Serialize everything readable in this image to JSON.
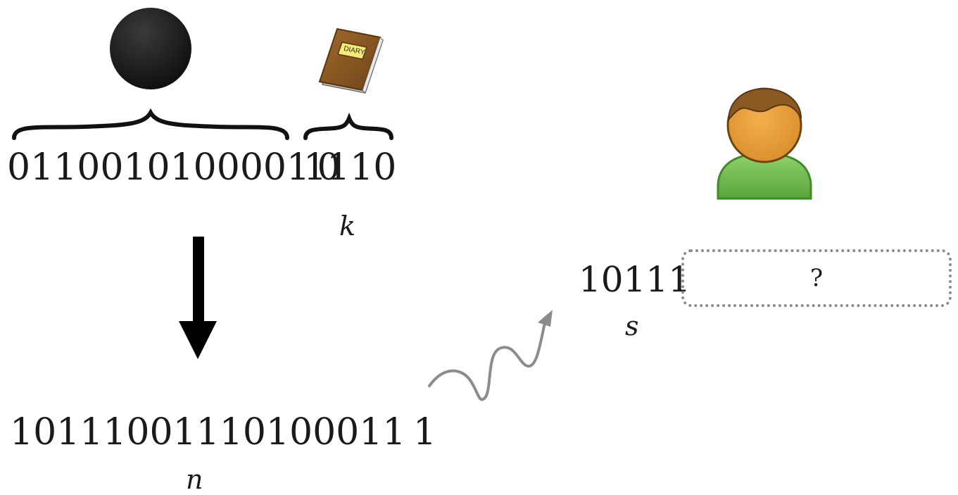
{
  "top_bits_main": "0110010100001 0",
  "top_bits_key": "1110",
  "key_label": "k",
  "bottom_bits": "10111001110100011 1",
  "bottom_label": "n",
  "received_bits": "10111",
  "received_label": "s",
  "unknown_marker": "?",
  "diary_label": "DIARY",
  "colors": {
    "ball": "#141414",
    "book_cover": "#8a5a22",
    "book_label": "#f4ec7a",
    "person_skin": "#e8a040",
    "person_hair": "#8b5a23",
    "person_body": "#7cc35c",
    "wave": "#8c8c8c",
    "arrow": "#000000"
  }
}
